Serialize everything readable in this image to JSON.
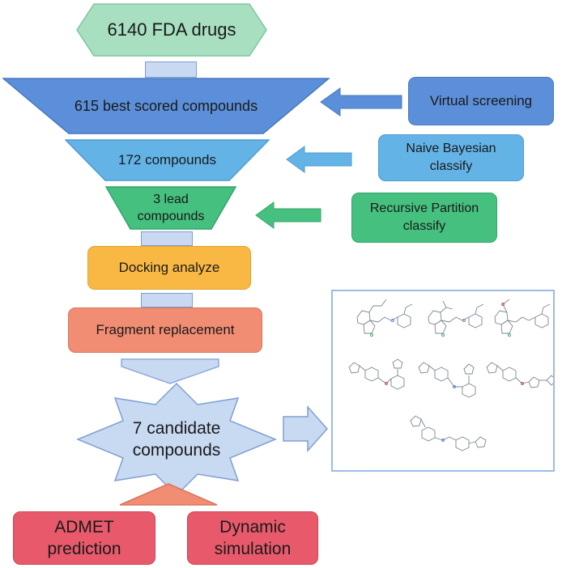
{
  "stages": {
    "fda_drugs": "6140 FDA  drugs",
    "best_scored": "615 best scored compounds",
    "compounds_172": "172 compounds",
    "lead_line1": "3 lead",
    "lead_line2": "compounds",
    "docking": "Docking analyze",
    "fragment": "Fragment replacement",
    "candidate_line1": "7 candidate",
    "candidate_line2": "compounds"
  },
  "methods": {
    "virtual_screening": "Virtual screening",
    "naive_line1": "Naive Bayesian",
    "naive_line2": "classify",
    "recursive_line1": "Recursive Partition",
    "recursive_line2": "classify"
  },
  "validation": {
    "admet_line1": "ADMET",
    "admet_line2": "prediction",
    "dynamic_line1": "Dynamic",
    "dynamic_line2": "simulation"
  },
  "colors": {
    "fda": "#a7dfc0",
    "best_scored": "#5b8fd9",
    "compounds_172": "#63b3e7",
    "lead": "#45c07e",
    "docking": "#f9b844",
    "fragment": "#f08d72",
    "candidate": "#c8d9f2",
    "validation": "#e85a6b",
    "up_arrow": "#f08d72",
    "connector": "#c9d9f1"
  },
  "structures_panel": {
    "description_icon": "chemical-structures-icon"
  }
}
